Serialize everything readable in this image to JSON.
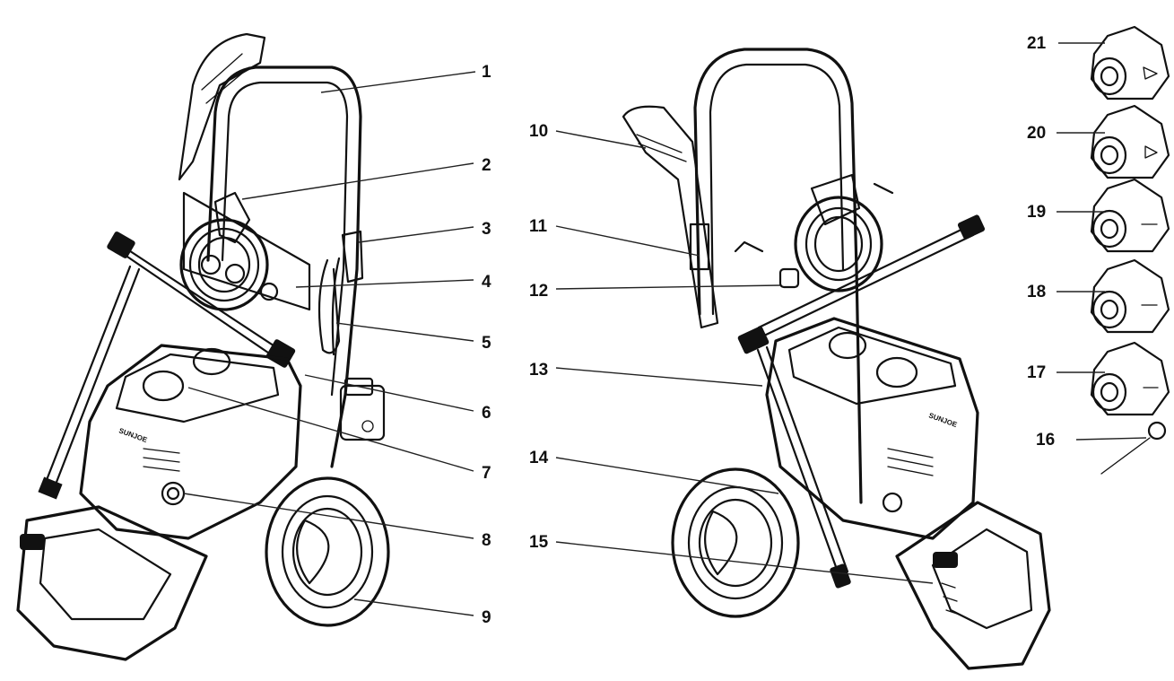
{
  "brand": {
    "logo_text": "SUNJOE"
  },
  "callouts": [
    {
      "id": "1",
      "label": "1"
    },
    {
      "id": "2",
      "label": "2"
    },
    {
      "id": "3",
      "label": "3"
    },
    {
      "id": "4",
      "label": "4"
    },
    {
      "id": "5",
      "label": "5"
    },
    {
      "id": "6",
      "label": "6"
    },
    {
      "id": "7",
      "label": "7"
    },
    {
      "id": "8",
      "label": "8"
    },
    {
      "id": "9",
      "label": "9"
    },
    {
      "id": "10",
      "label": "10"
    },
    {
      "id": "11",
      "label": "11"
    },
    {
      "id": "12",
      "label": "12"
    },
    {
      "id": "13",
      "label": "13"
    },
    {
      "id": "14",
      "label": "14"
    },
    {
      "id": "15",
      "label": "15"
    },
    {
      "id": "16",
      "label": "16"
    },
    {
      "id": "17",
      "label": "17"
    },
    {
      "id": "18",
      "label": "18"
    },
    {
      "id": "19",
      "label": "19"
    },
    {
      "id": "20",
      "label": "20"
    },
    {
      "id": "21",
      "label": "21"
    }
  ]
}
